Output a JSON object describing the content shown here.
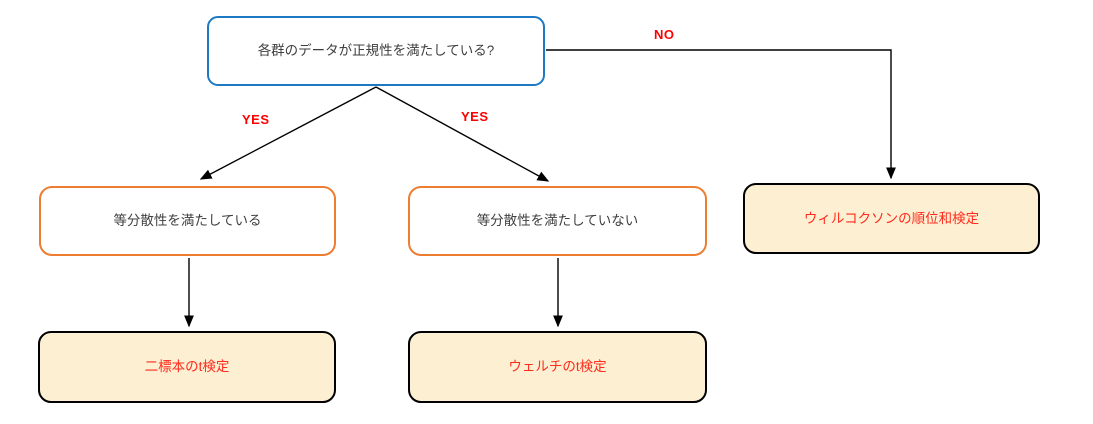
{
  "diagram": {
    "type": "flowchart",
    "nodes": {
      "root": {
        "label": "各群のデータが正規性を満たしている?",
        "kind": "decision"
      },
      "equal_variance_yes": {
        "label": "等分散性を満たしている",
        "kind": "condition"
      },
      "equal_variance_no": {
        "label": "等分散性を満たしていない",
        "kind": "condition"
      },
      "wilcoxon": {
        "label": "ウィルコクソンの順位和検定",
        "kind": "result"
      },
      "two_sample_t": {
        "label": "二標本のt検定",
        "kind": "result"
      },
      "welch_t": {
        "label": "ウェルチのt検定",
        "kind": "result"
      }
    },
    "edges": {
      "yes_left": {
        "label": "YES",
        "from": "root",
        "to": "equal_variance_yes"
      },
      "yes_right": {
        "label": "YES",
        "from": "root",
        "to": "equal_variance_no"
      },
      "no": {
        "label": "NO",
        "from": "root",
        "to": "wilcoxon"
      },
      "left_down": {
        "label": "",
        "from": "equal_variance_yes",
        "to": "two_sample_t"
      },
      "mid_down": {
        "label": "",
        "from": "equal_variance_no",
        "to": "welch_t"
      }
    },
    "colors": {
      "decision_border": "#1e79c4",
      "condition_border": "#ed7d31",
      "result_border": "#000000",
      "result_fill": "#fcefd2",
      "result_text": "#ff2b1d",
      "edge_label": "#ff0000",
      "node_text": "#3f3f3f",
      "arrow": "#000000"
    }
  }
}
